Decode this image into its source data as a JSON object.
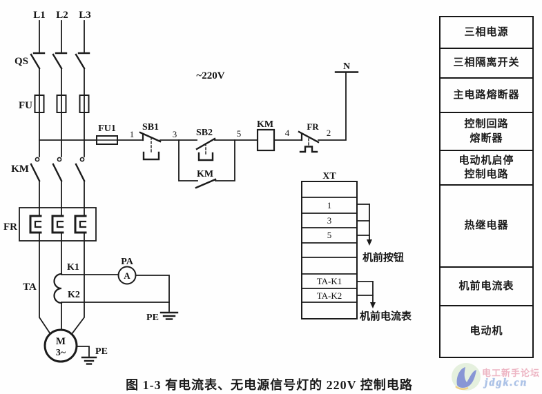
{
  "schematic": {
    "phase_labels": [
      "L1",
      "L2",
      "L3"
    ],
    "labels": {
      "qs": "QS",
      "fu": "FU",
      "km_main": "KM",
      "fr_box": "FR",
      "ta": "TA",
      "fu1": "FU1",
      "sb1": "SB1",
      "sb2": "SB2",
      "km_aux": "KM",
      "km_coil": "KM",
      "fr_contact": "FR",
      "voltage": "~220V",
      "neutral": "N",
      "node1": "1",
      "node2": "2",
      "node3": "3",
      "node4": "4",
      "node5": "5",
      "k1": "K1",
      "k2": "K2",
      "pa": "PA",
      "ammeter_letter": "A",
      "pe_ammeter": "PE",
      "pe_motor": "PE",
      "motor_letter": "M",
      "motor_phases": "3~"
    },
    "terminal_block": {
      "title": "XT",
      "rows": [
        "",
        "1",
        "3",
        "5",
        "",
        "",
        "TA-K1",
        "TA-K2",
        ""
      ],
      "arrow_label_buttons": "机前按钮",
      "arrow_label_ammeter": "机前电流表"
    }
  },
  "legend_table": {
    "rows": [
      "三相电源",
      "三相隔离开关",
      "主电路熔断器",
      "控制回路\n熔断器",
      "电动机启停\n控制电路",
      "热继电器",
      "机前电流表",
      "电动机"
    ]
  },
  "caption": "图 1-3  有电流表、无电源信号灯的 220V 控制电路",
  "watermark": {
    "site_name": "电工新手论坛",
    "site_url": "jdgk.cn"
  },
  "colors": {
    "line": "#1b1b1b",
    "background": "#fefefe",
    "watermark_pink": "#e591a6",
    "watermark_blue": "#7fa3dc",
    "logo_blue": "#4a5fc0",
    "logo_green": "#cfe3c4"
  }
}
